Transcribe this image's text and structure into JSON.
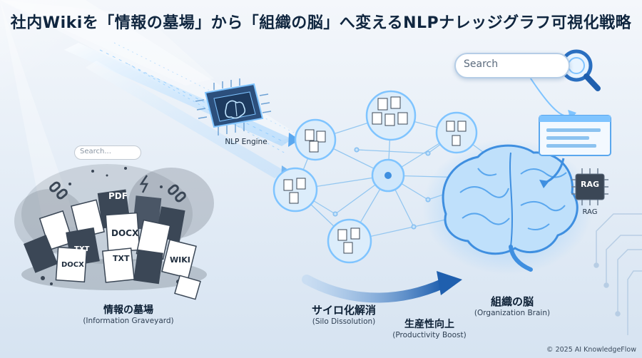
{
  "title": "社内Wikiを「情報の墓場」から「組織の脳」へ変えるNLPナレッジグラフ可視化戦略",
  "search_top": {
    "placeholder": "Search"
  },
  "search_small": {
    "placeholder": "Search..."
  },
  "nlp_engine": {
    "label": "NLP Engine"
  },
  "rag": {
    "chip_text": "RAG",
    "label": "RAG"
  },
  "documents": {
    "pdf": "PDF",
    "docx_1": "DOCX",
    "txt_1": "TXT",
    "txt_2": "TXT",
    "docx_2": "DOCX",
    "wiki": "WIKI"
  },
  "graveyard": {
    "main": "情報の墓場",
    "sub": "(Information Graveyard)"
  },
  "silo": {
    "main": "サイロ化解消",
    "sub": "(Silo Dissolution)"
  },
  "productivity": {
    "main": "生産性向上",
    "sub": "(Productivity Boost)"
  },
  "brain": {
    "main": "組織の脳",
    "sub": "(Organization Brain)"
  },
  "copyright": "© 2025 AI KnowledgeFlow",
  "colors": {
    "accent": "#3f8fe0",
    "glow": "#7fc4ff",
    "dark_text": "#10263f",
    "doc_dark": "#3b4756"
  }
}
